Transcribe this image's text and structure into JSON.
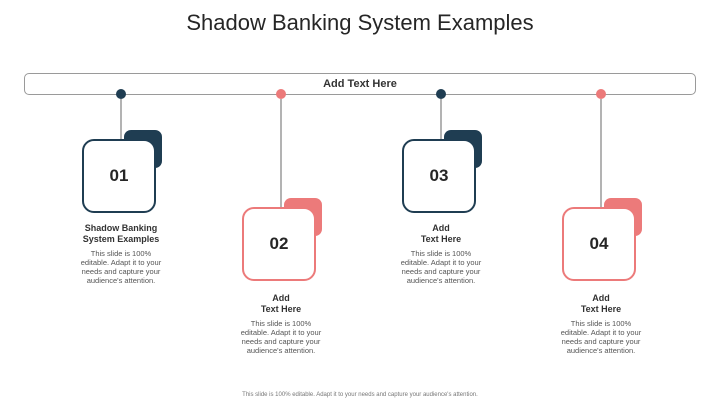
{
  "title": "Shadow Banking System Examples",
  "bar_label": "Add Text Here",
  "steps": [
    {
      "number": "01",
      "heading_line1": "Shadow Banking",
      "heading_line2": "System Examples",
      "desc_lines": [
        "This slide is 100%",
        "editable. Adapt it to your",
        "needs and capture your",
        "audience's attention."
      ]
    },
    {
      "number": "02",
      "heading_line1": "Add",
      "heading_line2": "Text Here",
      "desc_lines": [
        "This slide is 100%",
        "editable. Adapt it to your",
        "needs and capture your",
        "audience's attention."
      ]
    },
    {
      "number": "03",
      "heading_line1": "Add",
      "heading_line2": "Text Here",
      "desc_lines": [
        "This slide is 100%",
        "editable. Adapt it to your",
        "needs and capture your",
        "audience's attention."
      ]
    },
    {
      "number": "04",
      "heading_line1": "Add",
      "heading_line2": "Text Here",
      "desc_lines": [
        "This slide is 100%",
        "editable. Adapt it to your",
        "needs and capture your",
        "audience's attention."
      ]
    }
  ],
  "footer": "This slide is 100% editable. Adapt it to your needs and capture your audience's attention.",
  "colors": {
    "dark": "#1f3d52",
    "light": "#ec7a7a"
  }
}
